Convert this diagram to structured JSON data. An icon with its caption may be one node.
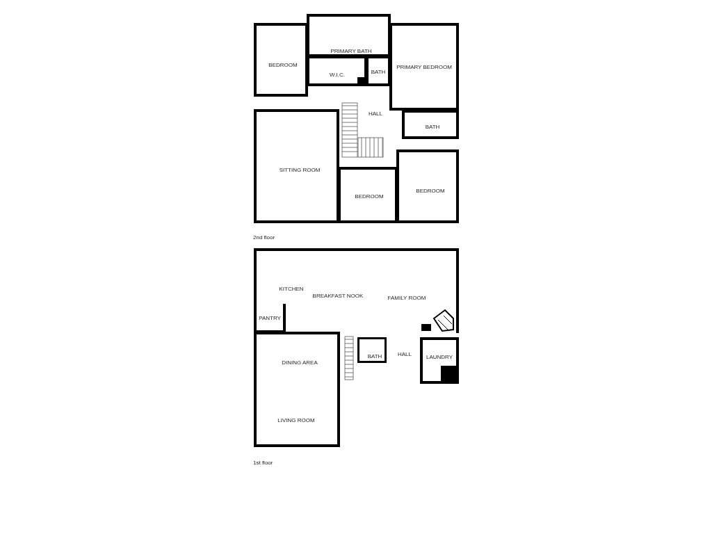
{
  "diagram": {
    "nodes": [
      {
        "text": [
          "BEDROOM"
        ]
      },
      {
        "text": [
          "PRIMARY BATH"
        ]
      },
      {
        "text": [
          "W.I.C."
        ]
      },
      {
        "text": [
          "BATH"
        ]
      },
      {
        "text": [
          "PRIMARY BEDROOM"
        ]
      },
      {
        "text": [
          "HALL"
        ]
      },
      {
        "text": [
          "BATH"
        ]
      },
      {
        "text": [
          "SITTING ROOM"
        ]
      },
      {
        "text": [
          "BEDROOM"
        ]
      },
      {
        "text": [
          "BEDROOM"
        ]
      },
      {
        "text": [
          "KITCHEN",
          "BREAKFAST NOOK",
          "FAMILY ROOM"
        ]
      },
      {
        "text": [
          "PANTRY"
        ],
        "in": 10
      },
      {
        "text": [
          "DINING AREA",
          "LIVING ROOM"
        ]
      },
      {
        "text": [
          "BATH"
        ]
      },
      {
        "text": [
          "HALL"
        ]
      },
      {
        "text": [
          "LAUNDRY"
        ]
      }
    ],
    "edges": [],
    "labels": [
      "2nd floor",
      "1st floor"
    ]
  }
}
